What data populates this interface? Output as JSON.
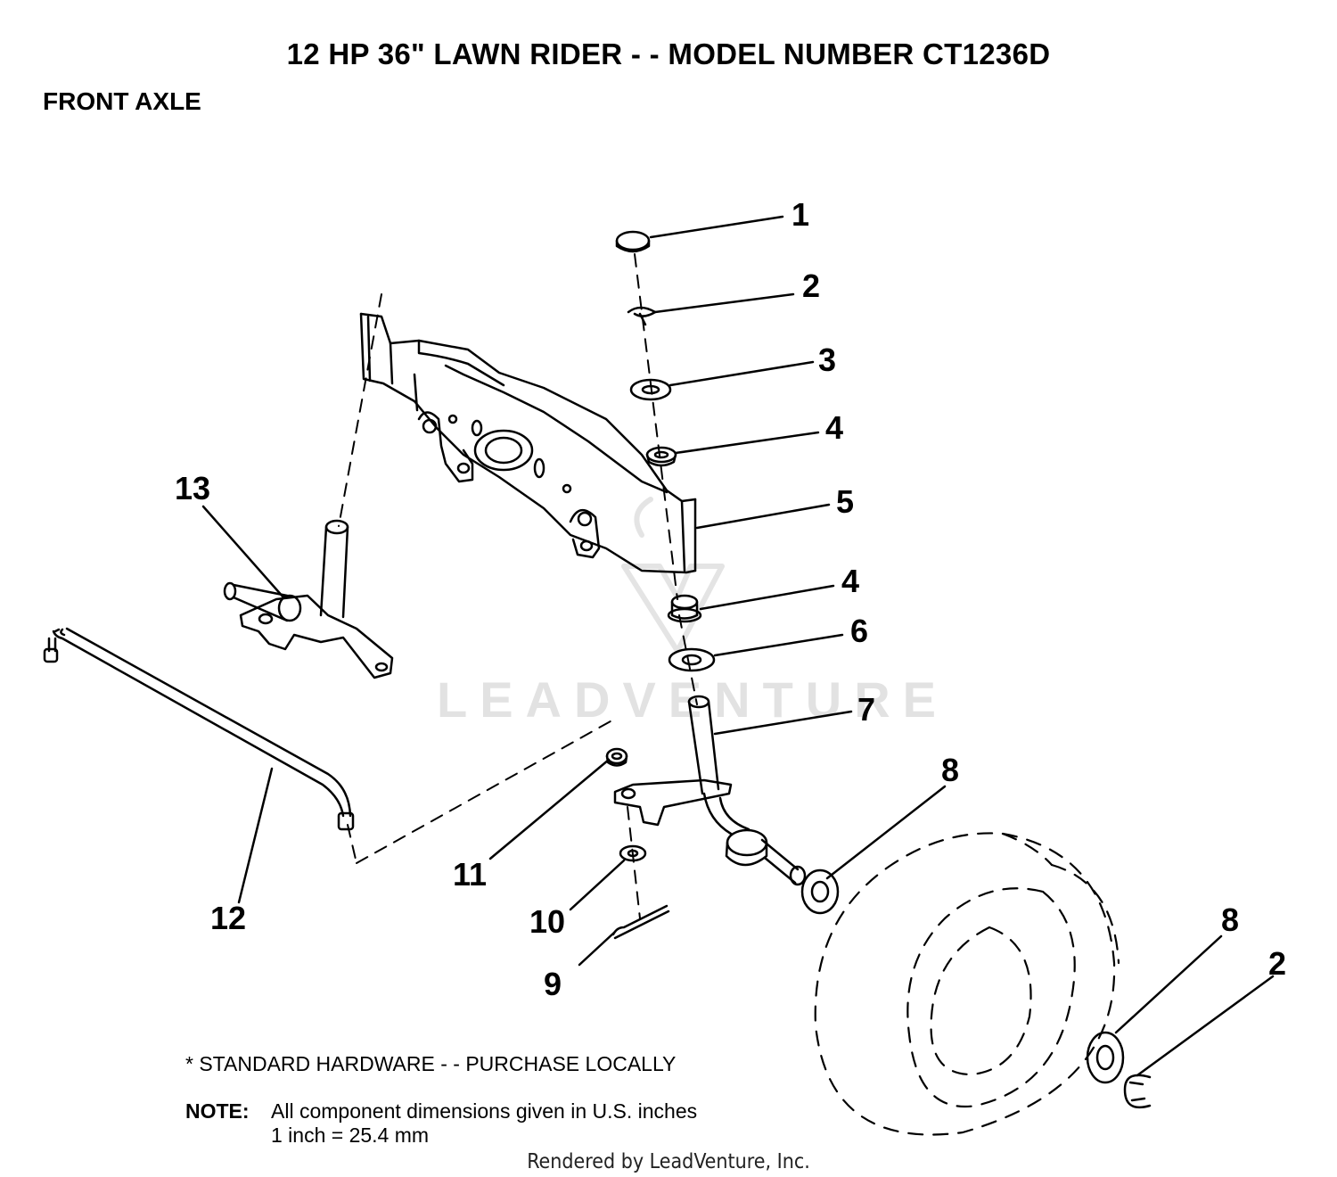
{
  "header": {
    "title": "12 HP 36\" LAWN RIDER - - MODEL NUMBER CT1236D",
    "section": "FRONT AXLE"
  },
  "callouts": [
    {
      "id": "c1",
      "label": "1"
    },
    {
      "id": "c2a",
      "label": "2"
    },
    {
      "id": "c3",
      "label": "3"
    },
    {
      "id": "c4a",
      "label": "4"
    },
    {
      "id": "c5",
      "label": "5"
    },
    {
      "id": "c4b",
      "label": "4"
    },
    {
      "id": "c6",
      "label": "6"
    },
    {
      "id": "c7",
      "label": "7"
    },
    {
      "id": "c8a",
      "label": "8"
    },
    {
      "id": "c8b",
      "label": "8"
    },
    {
      "id": "c2b",
      "label": "2"
    },
    {
      "id": "c9",
      "label": "9"
    },
    {
      "id": "c10",
      "label": "10"
    },
    {
      "id": "c11",
      "label": "11"
    },
    {
      "id": "c12",
      "label": "12"
    },
    {
      "id": "c13",
      "label": "13"
    }
  ],
  "notes": {
    "hardware": "* STANDARD HARDWARE - - PURCHASE LOCALLY",
    "note_label": "NOTE:",
    "note_line1": "All component dimensions given in U.S. inches",
    "note_line2": "1 inch = 25.4 mm"
  },
  "watermark": "LEADVENTURE",
  "footer": "Rendered by LeadVenture, Inc."
}
